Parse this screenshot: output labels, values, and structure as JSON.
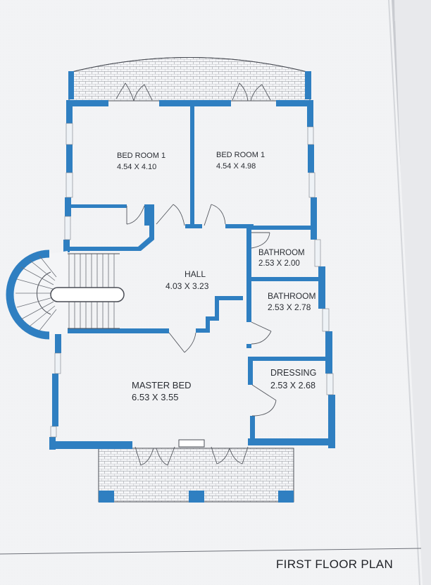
{
  "plan": {
    "title": "FIRST FLOOR PLAN",
    "rooms": [
      {
        "id": "bedroom-1-left",
        "name": "BED ROOM 1",
        "dims": "4.54 X 4.10"
      },
      {
        "id": "bedroom-1-right",
        "name": "BED ROOM 1",
        "dims": "4.54 X 4.98"
      },
      {
        "id": "bathroom-upper",
        "name": "BATHROOM",
        "dims": "2.53 X 2.00"
      },
      {
        "id": "hall",
        "name": "HALL",
        "dims": "4.03 X 3.23"
      },
      {
        "id": "bathroom-lower",
        "name": "BATHROOM",
        "dims": "2.53 X 2.78"
      },
      {
        "id": "dressing",
        "name": "DRESSING",
        "dims": "2.53 X 2.68"
      },
      {
        "id": "master-bed",
        "name": "MASTER BED",
        "dims": "6.53 X 3.55"
      }
    ]
  },
  "colors": {
    "wall": "#2f7fc1",
    "paper": "#f3f4f6",
    "line": "#4a4d55",
    "table": "#c9cbd0"
  }
}
